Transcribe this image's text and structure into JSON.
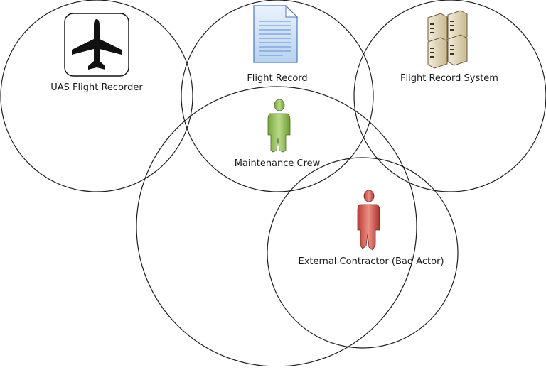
{
  "nodes": {
    "uas_flight_recorder": {
      "label": "UAS Flight Recorder",
      "icon": "airplane-icon"
    },
    "flight_record": {
      "label": "Flight Record",
      "icon": "document-icon"
    },
    "flight_record_system": {
      "label": "Flight Record System",
      "icon": "server-rack-icon"
    },
    "maintenance_crew": {
      "label": "Maintenance Crew",
      "icon": "person-icon",
      "color": "#9bc35a"
    },
    "external_contractor": {
      "label": "External Contractor (Bad Actor)",
      "icon": "person-icon",
      "color": "#d9574f"
    }
  },
  "colors": {
    "circle_stroke": "#1f1f1f",
    "document_fill": "#cfe0f5",
    "document_lines": "#6f9fd8",
    "server_fill": "#d9ccb0"
  }
}
